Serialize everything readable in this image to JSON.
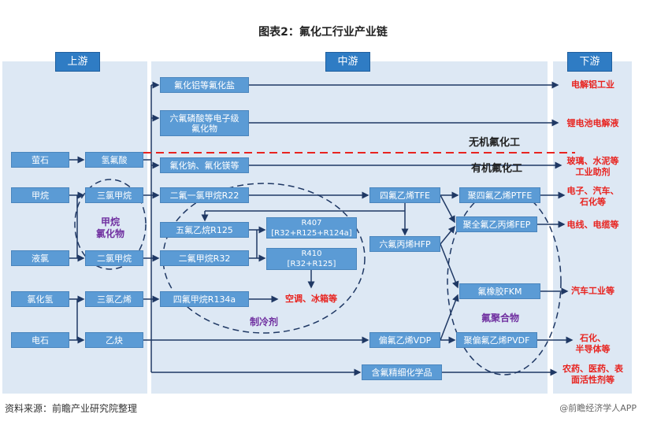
{
  "title": "图表2：氟化工行业产业链",
  "sections": {
    "upstream": "上游",
    "midstream": "中游",
    "downstream": "下游"
  },
  "upstream": {
    "fluorite": "萤石",
    "hf": "氢氟酸",
    "methane": "甲烷",
    "chloroform": "三氯甲烷",
    "liquid_chlorine": "液氯",
    "dcm": "二氯甲烷",
    "hcl": "氯化氢",
    "tce": "三氯乙烯",
    "carbide": "电石",
    "acetylene": "乙炔",
    "group": "甲烷\n氯化物"
  },
  "midstream": {
    "alf": "氟化铝等氟化盐",
    "lipf": "六氟磷酸等电子级\n氟化物",
    "naf": "氟化钠、氟化镁等",
    "r22": "二氟一氯甲烷R22",
    "r125": "五氟乙烷R125",
    "r32": "二氟甲烷R32",
    "r134a": "四氟甲烷R134a",
    "r407": "R407\n[R32+R125+R124a]",
    "r410": "R410\n[R32+R125]",
    "ac": "空调、冰箱等",
    "refrigerant": "制冷剂",
    "tfe": "四氟乙烯TFE",
    "hfp": "六氟丙烯HFP",
    "vdp": "偏氟乙烯VDP",
    "fine": "含氟精细化学品",
    "ptfe": "聚四氟乙烯PTFE",
    "fep": "聚全氟乙丙烯FEP",
    "fkm": "氟橡胶FKM",
    "pvdf": "聚偏氟乙烯PVDF",
    "polymer": "氟聚合物",
    "inorganic": "无机氟化工",
    "organic": "有机氟化工"
  },
  "downstream": [
    "电解铝工业",
    "锂电池电解液",
    "玻璃、水泥等\n工业助剂",
    "电子、汽车、\n石化等",
    "电线、电缆等",
    "汽车工业等",
    "石化、\n半导体等",
    "农药、医药、表\n面活性剂等"
  ],
  "source": "资料来源：前瞻产业研究院整理",
  "watermark": "@前瞻经济学人APP",
  "colors": {
    "box": "#5b9bd5",
    "panel": "#dde8f4",
    "header": "#2f7cc4",
    "line": "#1f3864",
    "red": "#e8231f",
    "purple": "#7030a0"
  }
}
